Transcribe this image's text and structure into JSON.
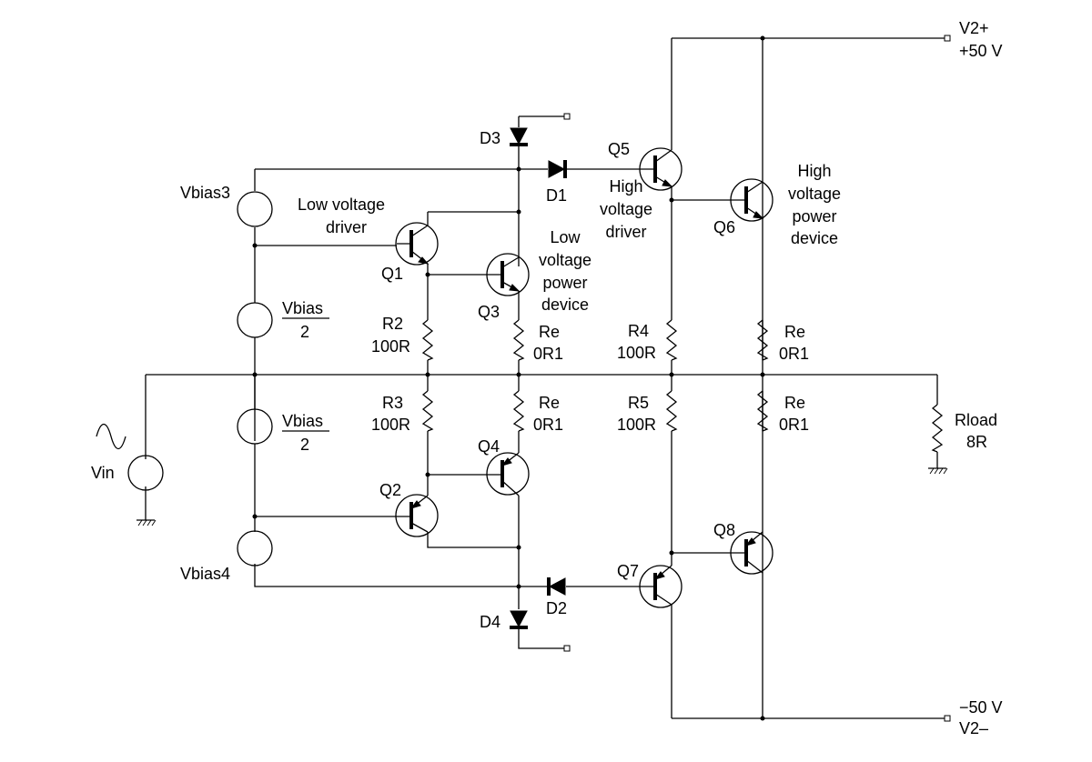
{
  "supply": {
    "pos_name": "V2+",
    "pos_value": "+50 V",
    "neg_value": "−50 V",
    "neg_name": "V2–"
  },
  "sources": {
    "vbias3": "Vbias3",
    "vbias4": "Vbias4",
    "vbias_half_num": "Vbias",
    "vbias_half_den": "2",
    "vin": "Vin"
  },
  "transistors": {
    "q1": "Q1",
    "q2": "Q2",
    "q3": "Q3",
    "q4": "Q4",
    "q5": "Q5",
    "q6": "Q6",
    "q7": "Q7",
    "q8": "Q8"
  },
  "diodes": {
    "d1": "D1",
    "d2": "D2",
    "d3": "D3",
    "d4": "D4"
  },
  "resistors": {
    "r2_name": "R2",
    "r2_value": "100R",
    "r3_name": "R3",
    "r3_value": "100R",
    "r4_name": "R4",
    "r4_value": "100R",
    "r5_name": "R5",
    "r5_value": "100R",
    "re_name": "Re",
    "re_value": "0R1",
    "rload_name": "Rload",
    "rload_value": "8R"
  },
  "annotations": {
    "low_driver_1": "Low voltage",
    "low_driver_2": "driver",
    "low_power_1": "Low",
    "low_power_2": "voltage",
    "low_power_3": "power",
    "low_power_4": "device",
    "high_driver_1": "High",
    "high_driver_2": "voltage",
    "high_driver_3": "driver",
    "high_power_1": "High",
    "high_power_2": "voltage",
    "high_power_3": "power",
    "high_power_4": "device"
  }
}
